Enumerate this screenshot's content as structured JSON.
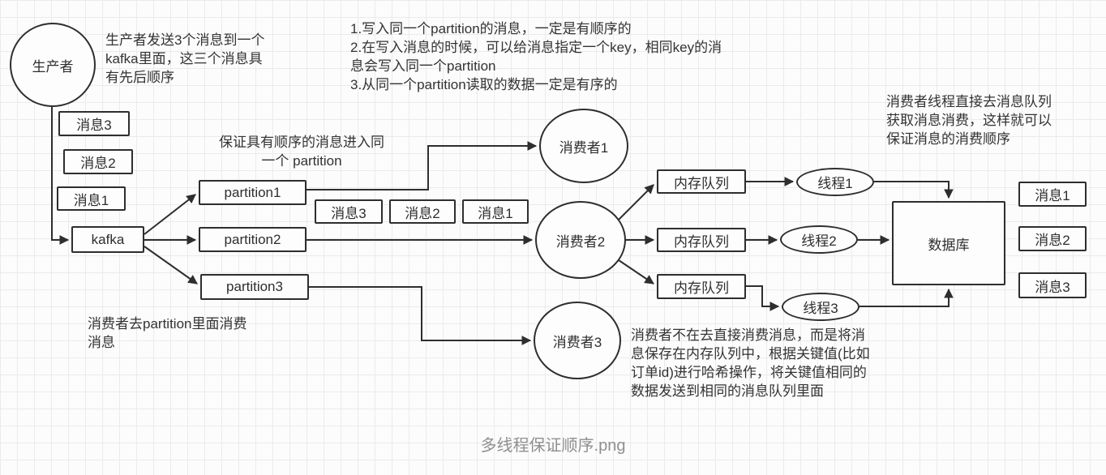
{
  "caption": "多线程保证顺序.png",
  "nodes": {
    "producer": "生产者",
    "left_msg3": "消息3",
    "left_msg2": "消息2",
    "left_msg1": "消息1",
    "kafka": "kafka",
    "partition1": "partition1",
    "partition2": "partition2",
    "partition3": "partition3",
    "mid_msg3": "消息3",
    "mid_msg2": "消息2",
    "mid_msg1": "消息1",
    "consumer1": "消费者1",
    "consumer2": "消费者2",
    "consumer3": "消费者3",
    "queue1": "内存队列",
    "queue2": "内存队列",
    "queue3": "内存队列",
    "thread1": "线程1",
    "thread2": "线程2",
    "thread3": "线程3",
    "database": "数据库",
    "right_msg1": "消息1",
    "right_msg2": "消息2",
    "right_msg3": "消息3"
  },
  "annotations": {
    "producer_note": "生产者发送3个消息到一个\nkafka里面，这三个消息具\n有先后顺序",
    "ordering_rules": "1.写入同一个partition的消息，一定是有顺序的\n2.在写入消息的时候，可以给消息指定一个key，相同key的消\n息会写入同一个partition\n3.从同一个partition读取的数据一定是有序的",
    "partition_note": "保证具有顺序的消息进入同\n一个 partition",
    "consume_note": "消费者去partition里面消费\n消息",
    "thread_note": "消费者线程直接去消息队列\n获取消息消费，这样就可以\n保证消息的消费顺序",
    "queue_note": "消费者不在去直接消费消息，而是将消\n息保存在内存队列中，根据关键值(比如\n订单id)进行哈希操作，将关键值相同的\n数据发送到相同的消息队列里面"
  },
  "colors": {
    "stroke": "#2e2e2e",
    "text": "#333333",
    "caption_gray": "#8f8f8f",
    "grid": "#ebebeb",
    "background": "#fcfcfc"
  }
}
